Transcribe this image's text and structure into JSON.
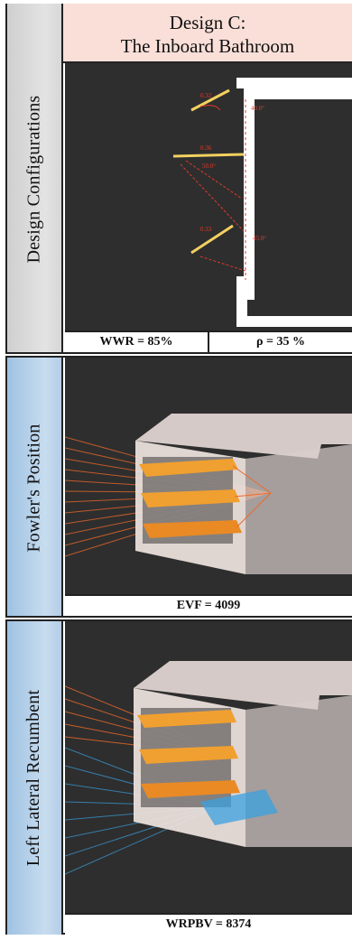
{
  "header": {
    "line1": "Design C:",
    "line2": "The Inboard Bathroom"
  },
  "rows": {
    "configurations": {
      "label": "Design Configurations",
      "wwr": "WWR = 85%",
      "rho": "ρ = 35 %"
    },
    "fowler": {
      "label": "Fowler's Position",
      "metric": "EVF = 4099"
    },
    "lateral": {
      "label": "Left Lateral Recumbent",
      "metric": "WRPBV = 8374"
    }
  },
  "annotations": {
    "angle_top": "40.0°",
    "angle_mid": "50.0°",
    "angle_bottom": "45.0°",
    "len_top": "0.32",
    "len_mid": "0.36",
    "len_bottom": "0.33"
  },
  "colors": {
    "title_bg": "#f9dfd8",
    "config_label_bg": "#d9d9d9",
    "view_label_bg": "#b4cde6",
    "panel_bg": "#2e2e2e",
    "dimension": "#e03a2c",
    "shade": "#f0a030",
    "ray_orange": "#f06a2a",
    "ray_blue": "#3aa0e0"
  }
}
